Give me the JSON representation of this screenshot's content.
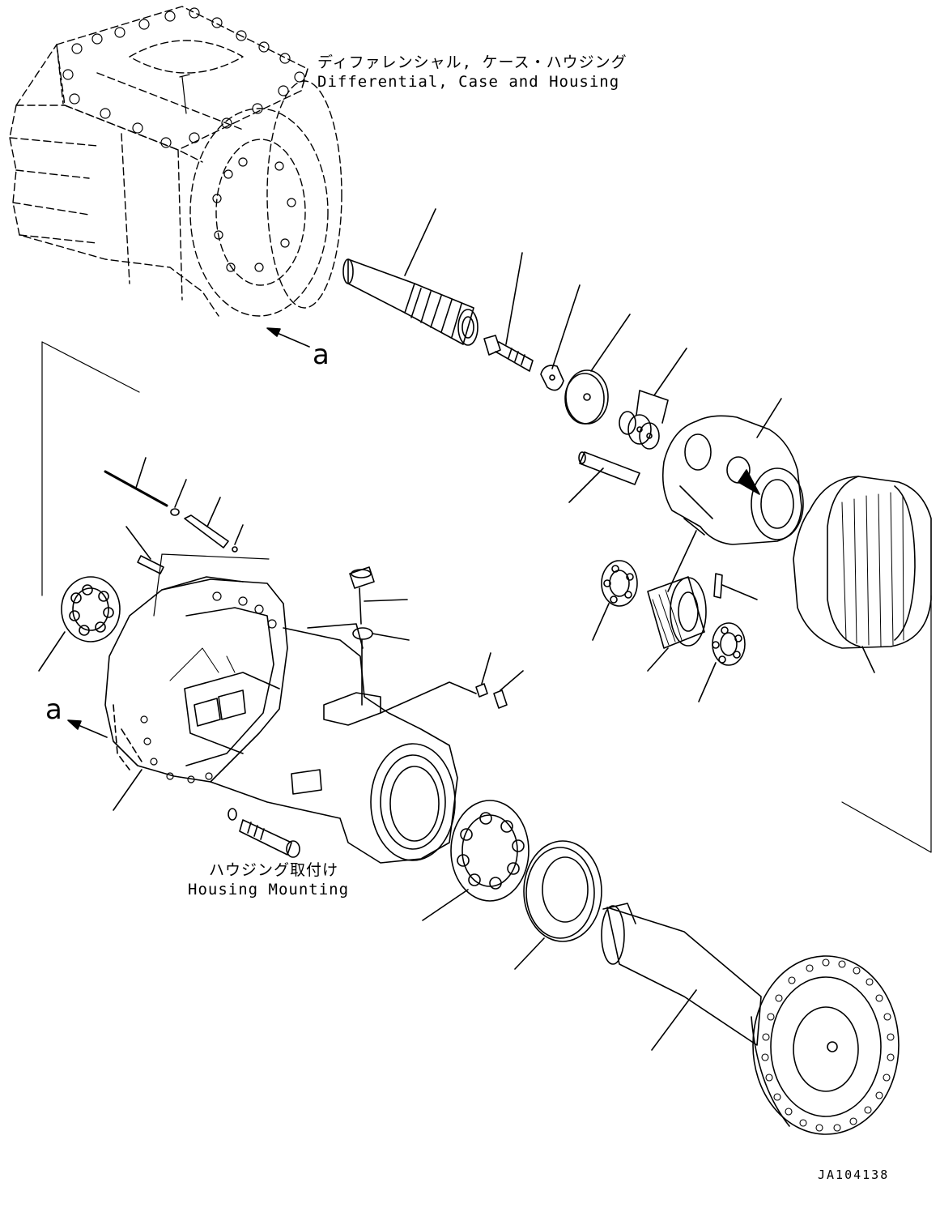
{
  "labels": {
    "differential_jp": "ディファレンシャル, ケース・ハウジング",
    "differential_en": "Differential, Case and Housing",
    "mounting_jp": "ハウジング取付け",
    "mounting_en": "Housing Mounting",
    "view_marker_top": "a",
    "view_marker_left": "a",
    "drawing_code": "JA104138"
  },
  "colors": {
    "line": "#000000",
    "background": "#ffffff"
  }
}
